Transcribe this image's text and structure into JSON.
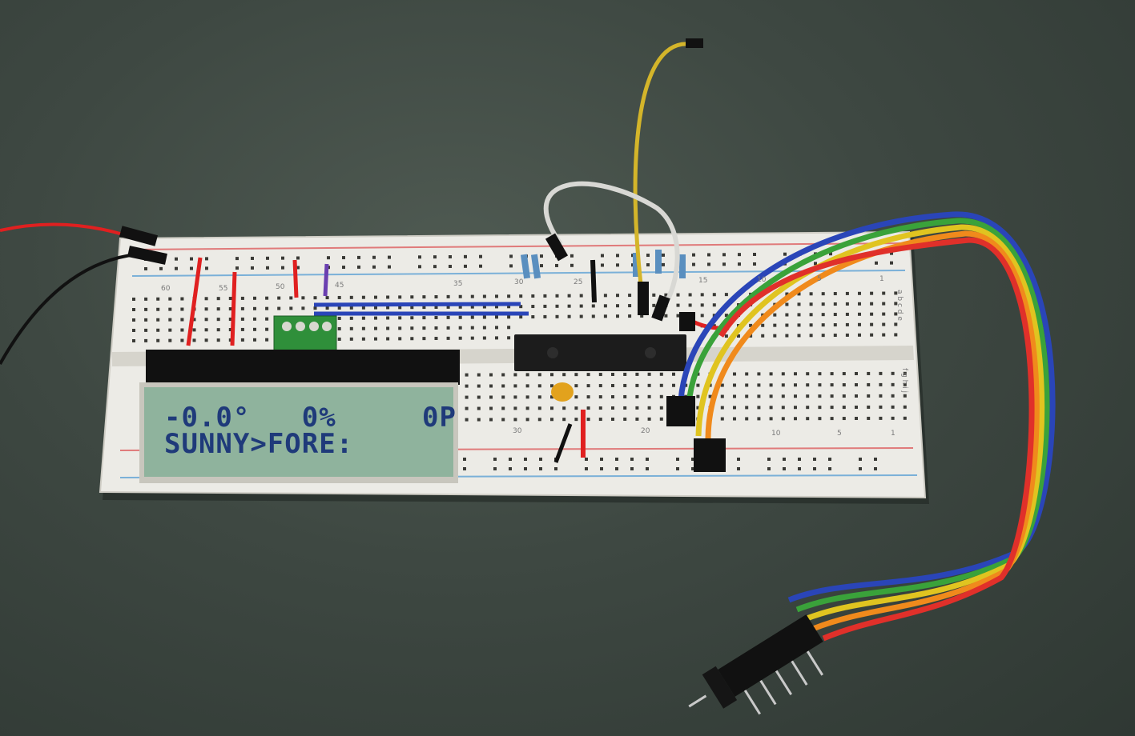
{
  "lcd": {
    "line1": "-0.0°   0%     0P",
    "line2": "SUNNY>FORE:"
  },
  "breadboard": {
    "column_numbers": [
      "60",
      "55",
      "50",
      "45",
      "35",
      "30",
      "25",
      "15",
      "10",
      "5",
      "1"
    ],
    "lower_column_numbers": [
      "30",
      "20",
      "10",
      "5",
      "1"
    ],
    "row_letters_top": "a b c d e",
    "row_letters_bottom": "f g h i j"
  },
  "colors": {
    "background": "#3e4842",
    "breadboard": "#ecebe6",
    "lcd_screen": "#8fb39d",
    "lcd_text": "#1f3a7a",
    "wire_red": "#e02020",
    "wire_black": "#111111",
    "wire_yellow": "#d4b52a",
    "wire_blue": "#2a45b8",
    "wire_white": "#d8d8d4"
  }
}
